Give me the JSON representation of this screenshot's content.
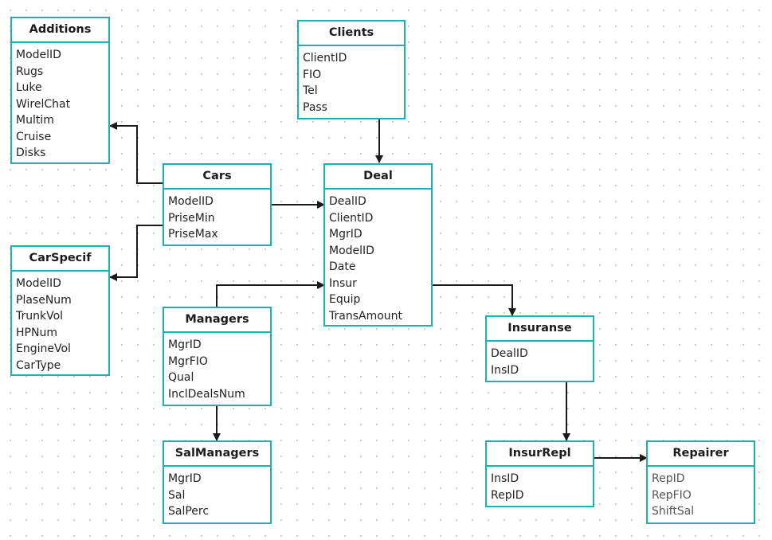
{
  "colors": {
    "border": "#1bb0b4",
    "connector": "#1a1a1a",
    "title_text": "#1c1c1c",
    "field_text": "#222222",
    "grid_dot": "#c9c9c9"
  },
  "entities": {
    "additions": {
      "title": "Additions",
      "fields": [
        "ModelID",
        "Rugs",
        "Luke",
        "WirelChat",
        "Multim",
        "Cruise",
        "Disks"
      ]
    },
    "clients": {
      "title": "Clients",
      "fields": [
        "ClientID",
        "FIO",
        "Tel",
        "Pass"
      ]
    },
    "cars": {
      "title": "Cars",
      "fields": [
        "ModelID",
        "PriseMin",
        "PriseMax"
      ]
    },
    "deal": {
      "title": "Deal",
      "fields": [
        "DealID",
        "ClientID",
        "MgrID",
        "ModelID",
        "Date",
        "Insur",
        "Equip",
        "TransAmount"
      ]
    },
    "carspecif": {
      "title": "CarSpecif",
      "fields": [
        "ModelID",
        "PlaseNum",
        "TrunkVol",
        "HPNum",
        "EngineVol",
        "CarType"
      ]
    },
    "managers": {
      "title": "Managers",
      "fields": [
        "MgrID",
        "MgrFIO",
        "Qual",
        "InclDealsNum"
      ]
    },
    "insuranse": {
      "title": "Insuranse",
      "fields": [
        "DealID",
        "InsID"
      ]
    },
    "salmanagers": {
      "title": "SalManagers",
      "fields": [
        "MgrID",
        "Sal",
        "SalPerc"
      ]
    },
    "insurrepl": {
      "title": "InsurRepl",
      "fields": [
        "InsID",
        "RepID"
      ]
    },
    "repairer": {
      "title": "Repairer",
      "fields": [
        "RepID",
        "RepFIO",
        "ShiftSal"
      ]
    }
  },
  "relations": [
    {
      "from": "cars",
      "to": "additions"
    },
    {
      "from": "cars",
      "to": "carspecif"
    },
    {
      "from": "cars",
      "to": "deal"
    },
    {
      "from": "clients",
      "to": "deal"
    },
    {
      "from": "managers",
      "to": "deal"
    },
    {
      "from": "managers",
      "to": "salmanagers"
    },
    {
      "from": "deal",
      "to": "insuranse"
    },
    {
      "from": "insuranse",
      "to": "insurrepl"
    },
    {
      "from": "insurrepl",
      "to": "repairer"
    }
  ]
}
